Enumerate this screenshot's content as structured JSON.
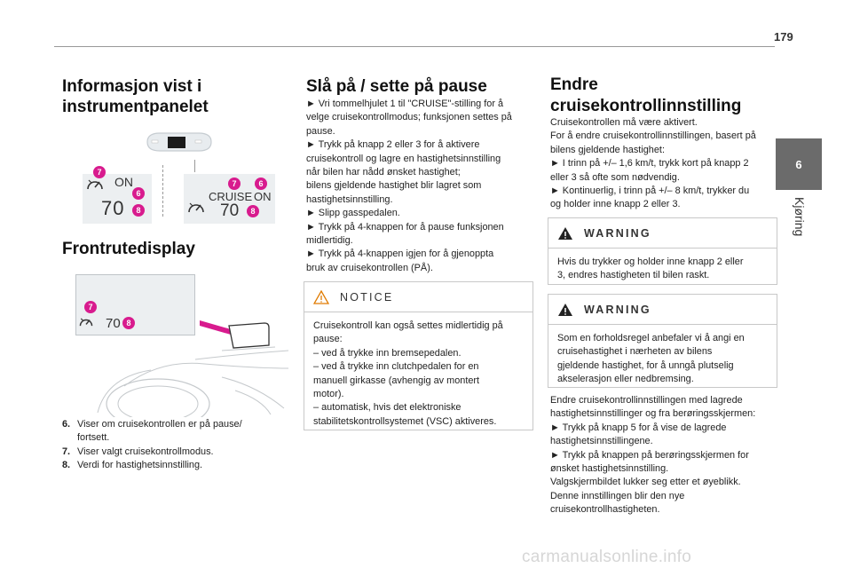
{
  "page": {
    "number": "179",
    "chapter_number": "6",
    "chapter_label": "Kjøring"
  },
  "col1": {
    "heading1_line1": "Informasjon vist i",
    "heading1_line2": "instrumentpanelet",
    "cluster_left": {
      "on_label": "ON",
      "speed": "70"
    },
    "cluster_right": {
      "cruise_label": "CRUISE",
      "on_label": "ON",
      "speed": "70"
    },
    "heading2": "Frontrutedisplay",
    "hud": {
      "speed": "70"
    },
    "badges": {
      "b6": "6",
      "b7": "7",
      "b8": "8"
    },
    "list": [
      {
        "num": "6.",
        "text_line1": "Viser om cruisekontrollen er på pause/",
        "text_line2": "fortsett."
      },
      {
        "num": "7.",
        "text_line1": "Viser valgt cruisekontrollmodus."
      },
      {
        "num": "8.",
        "text_line1": "Verdi for hastighetsinnstilling."
      }
    ]
  },
  "col2": {
    "heading": "Slå på / sette på pause",
    "lines": [
      "► Vri tommelhjulet 1 til \"CRUISE\"-stilling for å",
      "velge cruisekontrollmodus; funksjonen settes på",
      "pause.",
      "► Trykk på knapp 2 eller 3 for å aktivere",
      "cruisekontroll og lagre en hastighetsinnstilling",
      "når bilen har nådd ønsket hastighet;",
      "bilens gjeldende hastighet blir lagret som",
      "hastighetsinnstilling.",
      "► Slipp gasspedalen.",
      "► Trykk på 4-knappen for å pause funksjonen",
      "midlertidig.",
      "► Trykk på 4-knappen igjen for å gjenoppta",
      "bruk av cruisekontrollen (PÅ)."
    ],
    "notice": {
      "title": "NOTICE",
      "lines": [
        "Cruisekontroll kan også settes midlertidig på",
        "pause:",
        "–  ved å trykke inn bremsepedalen.",
        "–  ved å trykke inn clutchpedalen for en",
        "manuell girkasse (avhengig av montert",
        "motor).",
        "–  automatisk, hvis det elektroniske",
        "stabilitetskontrollsystemet (VSC) aktiveres."
      ]
    }
  },
  "col3": {
    "heading_line1": "Endre",
    "heading_line2": "cruisekontrollinnstilling",
    "lines": [
      "Cruisekontrollen må være aktivert.",
      "For å endre cruisekontrollinnstillingen, basert på",
      "bilens gjeldende hastighet:",
      "► I trinn på +/– 1,6 km/t, trykk kort på knapp 2",
      "eller 3 så ofte som nødvendig.",
      "► Kontinuerlig, i trinn på +/– 8 km/t, trykker du",
      "og holder inne knapp 2 eller 3."
    ],
    "warning1": {
      "title": "WARNING",
      "lines": [
        "Hvis du trykker og holder inne knapp 2 eller",
        "3, endres hastigheten til bilen raskt."
      ]
    },
    "warning2": {
      "title": "WARNING",
      "lines": [
        "Som en forholdsregel anbefaler vi å angi en",
        "cruisehastighet i nærheten av bilens",
        "gjeldende hastighet, for å unngå plutselig",
        "akselerasjon eller nedbremsing."
      ]
    },
    "tail_lines": [
      "Endre cruisekontrollinnstillingen med lagrede",
      "hastighetsinnstillinger og fra berøringsskjermen:",
      "► Trykk på knapp 5 for å vise de lagrede",
      "hastighetsinnstillingene.",
      "► Trykk på knappen på berøringsskjermen for",
      "ønsket hastighetsinnstilling.",
      "Valgskjermbildet lukker seg etter et øyeblikk.",
      "Denne innstillingen blir den nye",
      "cruisekontrollhastigheten."
    ]
  },
  "watermark": "carmanualsonline.info"
}
